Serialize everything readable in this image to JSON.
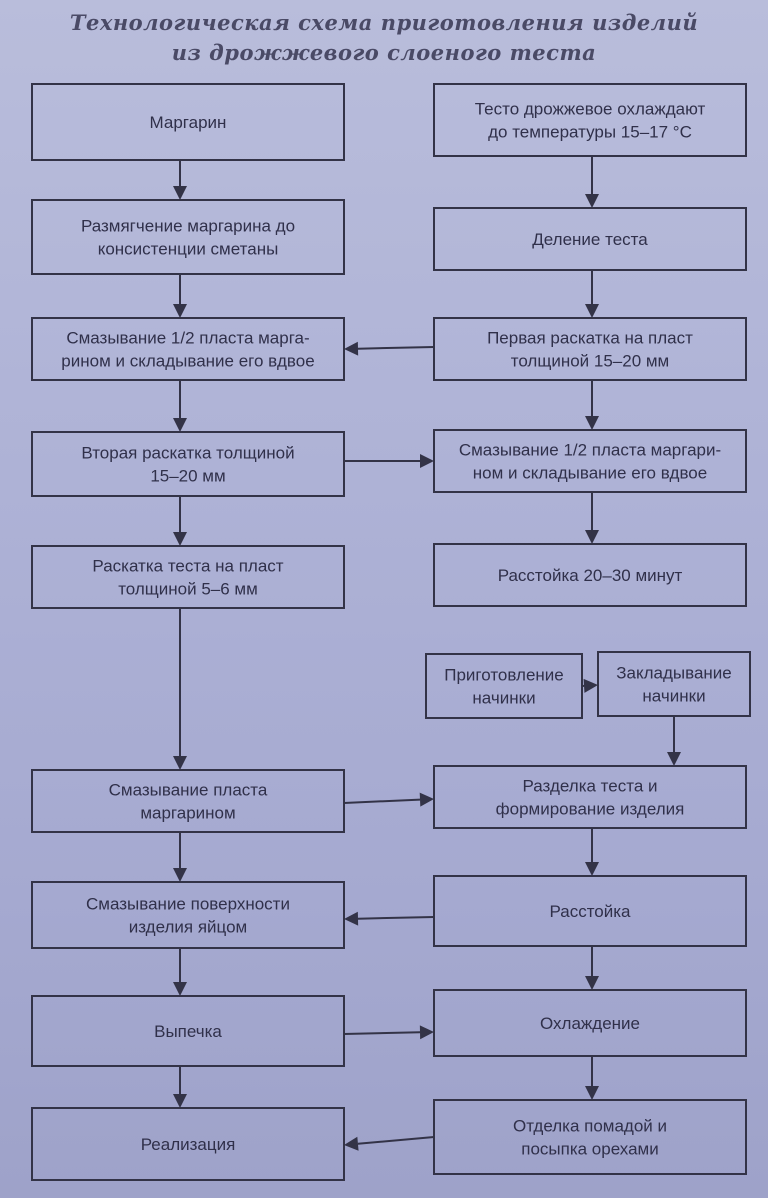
{
  "title": {
    "line1": "Технологическая схема приготовления изделий",
    "line2": "из дрожжевого слоеного теста"
  },
  "nodes": [
    {
      "id": "margarine",
      "column": "left",
      "lines": [
        "Маргарин"
      ]
    },
    {
      "id": "softening",
      "column": "left",
      "lines": [
        "Размягчение маргарина до",
        "консистенции сметаны"
      ]
    },
    {
      "id": "spread-half-left",
      "column": "left",
      "lines": [
        "Смазывание 1/2 пласта марга-",
        "рином и складывание его вдвое"
      ]
    },
    {
      "id": "second-rolling",
      "column": "left",
      "lines": [
        "Вторая раскатка толщиной",
        "15–20 мм"
      ]
    },
    {
      "id": "rolling-5-6",
      "column": "left",
      "lines": [
        "Раскатка теста на пласт",
        "толщиной 5–6 мм"
      ]
    },
    {
      "id": "spread-margarine",
      "column": "left",
      "lines": [
        "Смазывание пласта",
        "маргарином"
      ]
    },
    {
      "id": "egg-wash",
      "column": "left",
      "lines": [
        "Смазывание поверхности",
        "изделия яйцом"
      ]
    },
    {
      "id": "baking",
      "column": "left",
      "lines": [
        "Выпечка"
      ]
    },
    {
      "id": "sale",
      "column": "left",
      "lines": [
        "Реализация"
      ]
    },
    {
      "id": "dough-cooling",
      "column": "right",
      "lines": [
        "Тесто дрожжевое охлаждают",
        "до температуры 15–17 °С"
      ]
    },
    {
      "id": "dough-division",
      "column": "right",
      "lines": [
        "Деление теста"
      ]
    },
    {
      "id": "first-rolling",
      "column": "right",
      "lines": [
        "Первая раскатка на пласт",
        "толщиной 15–20 мм"
      ]
    },
    {
      "id": "spread-half-right",
      "column": "right",
      "lines": [
        "Смазывание 1/2 пласта маргари-",
        "ном и складывание его вдвое"
      ]
    },
    {
      "id": "proofing-20-30",
      "column": "right",
      "lines": [
        "Расстойка 20–30 минут"
      ]
    },
    {
      "id": "filling-prep",
      "column": "right",
      "lines": [
        "Приготовление",
        "начинки"
      ]
    },
    {
      "id": "filling-insert",
      "column": "right",
      "lines": [
        "Закладывание",
        "начинки"
      ]
    },
    {
      "id": "shaping",
      "column": "right",
      "lines": [
        "Разделка теста и",
        "формирование изделия"
      ]
    },
    {
      "id": "proofing",
      "column": "right",
      "lines": [
        "Расстойка"
      ]
    },
    {
      "id": "cooling",
      "column": "right",
      "lines": [
        "Охлаждение"
      ]
    },
    {
      "id": "finishing",
      "column": "right",
      "lines": [
        "Отделка помадой и",
        "посыпка орехами"
      ]
    }
  ],
  "edges": [
    {
      "from": "margarine",
      "to": "softening"
    },
    {
      "from": "softening",
      "to": "spread-half-left"
    },
    {
      "from": "first-rolling",
      "to": "spread-half-left"
    },
    {
      "from": "spread-half-left",
      "to": "second-rolling"
    },
    {
      "from": "second-rolling",
      "to": "spread-half-right"
    },
    {
      "from": "second-rolling",
      "to": "rolling-5-6"
    },
    {
      "from": "rolling-5-6",
      "to": "spread-margarine"
    },
    {
      "from": "spread-margarine",
      "to": "shaping"
    },
    {
      "from": "spread-margarine",
      "to": "egg-wash"
    },
    {
      "from": "proofing",
      "to": "egg-wash"
    },
    {
      "from": "egg-wash",
      "to": "baking"
    },
    {
      "from": "baking",
      "to": "cooling"
    },
    {
      "from": "baking",
      "to": "sale"
    },
    {
      "from": "finishing",
      "to": "sale"
    },
    {
      "from": "dough-cooling",
      "to": "dough-division"
    },
    {
      "from": "dough-division",
      "to": "first-rolling"
    },
    {
      "from": "first-rolling",
      "to": "spread-half-right"
    },
    {
      "from": "spread-half-right",
      "to": "proofing-20-30"
    },
    {
      "from": "filling-prep",
      "to": "filling-insert"
    },
    {
      "from": "filling-insert",
      "to": "shaping"
    },
    {
      "from": "shaping",
      "to": "proofing"
    },
    {
      "from": "proofing",
      "to": "cooling"
    },
    {
      "from": "cooling",
      "to": "finishing"
    }
  ]
}
